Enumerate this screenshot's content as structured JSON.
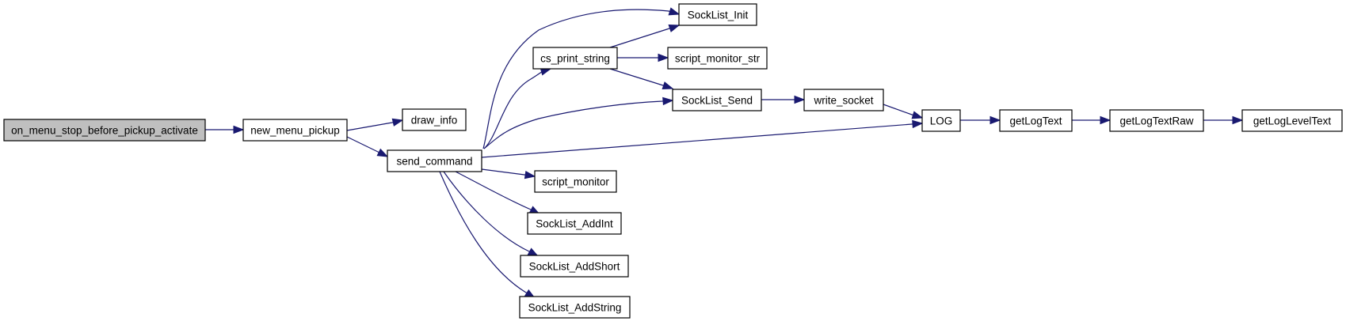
{
  "diagram": {
    "type": "call-graph",
    "colors": {
      "edge": "#191970",
      "root_fill": "#bfbfbf",
      "node_fill": "#ffffff",
      "node_border": "#000000"
    },
    "nodes": [
      {
        "id": "on_menu_stop_before_pickup_activate",
        "label": "on_menu_stop_before_pickup_activate",
        "root": true
      },
      {
        "id": "new_menu_pickup",
        "label": "new_menu_pickup"
      },
      {
        "id": "draw_info",
        "label": "draw_info"
      },
      {
        "id": "send_command",
        "label": "send_command"
      },
      {
        "id": "cs_print_string",
        "label": "cs_print_string"
      },
      {
        "id": "SockList_Init",
        "label": "SockList_Init"
      },
      {
        "id": "script_monitor_str",
        "label": "script_monitor_str"
      },
      {
        "id": "SockList_Send",
        "label": "SockList_Send"
      },
      {
        "id": "write_socket",
        "label": "write_socket"
      },
      {
        "id": "LOG",
        "label": "LOG"
      },
      {
        "id": "getLogText",
        "label": "getLogText"
      },
      {
        "id": "getLogTextRaw",
        "label": "getLogTextRaw"
      },
      {
        "id": "getLogLevelText",
        "label": "getLogLevelText"
      },
      {
        "id": "script_monitor",
        "label": "script_monitor"
      },
      {
        "id": "SockList_AddInt",
        "label": "SockList_AddInt"
      },
      {
        "id": "SockList_AddShort",
        "label": "SockList_AddShort"
      },
      {
        "id": "SockList_AddString",
        "label": "SockList_AddString"
      }
    ],
    "edges": [
      {
        "from": "on_menu_stop_before_pickup_activate",
        "to": "new_menu_pickup"
      },
      {
        "from": "new_menu_pickup",
        "to": "draw_info"
      },
      {
        "from": "new_menu_pickup",
        "to": "send_command"
      },
      {
        "from": "send_command",
        "to": "SockList_Init"
      },
      {
        "from": "send_command",
        "to": "cs_print_string"
      },
      {
        "from": "send_command",
        "to": "SockList_Send"
      },
      {
        "from": "send_command",
        "to": "LOG"
      },
      {
        "from": "send_command",
        "to": "script_monitor"
      },
      {
        "from": "send_command",
        "to": "SockList_AddInt"
      },
      {
        "from": "send_command",
        "to": "SockList_AddShort"
      },
      {
        "from": "send_command",
        "to": "SockList_AddString"
      },
      {
        "from": "cs_print_string",
        "to": "SockList_Init"
      },
      {
        "from": "cs_print_string",
        "to": "script_monitor_str"
      },
      {
        "from": "cs_print_string",
        "to": "SockList_Send"
      },
      {
        "from": "SockList_Send",
        "to": "write_socket"
      },
      {
        "from": "write_socket",
        "to": "LOG"
      },
      {
        "from": "LOG",
        "to": "getLogText"
      },
      {
        "from": "getLogText",
        "to": "getLogTextRaw"
      },
      {
        "from": "getLogTextRaw",
        "to": "getLogLevelText"
      }
    ]
  }
}
